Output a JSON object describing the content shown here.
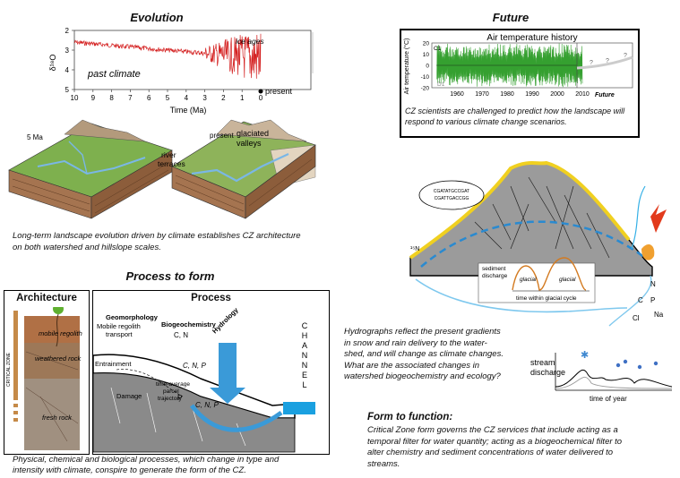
{
  "evolution": {
    "heading": "Evolution",
    "chart_data": {
      "type": "line",
      "ylabel": "δ¹⁸O",
      "xlabel": "Time (Ma)",
      "yticks": [
        "2",
        "3",
        "4",
        "5"
      ],
      "xticks": [
        "10",
        "9",
        "8",
        "7",
        "6",
        "5",
        "4",
        "3",
        "2",
        "1",
        "0"
      ],
      "ylim": [
        2,
        5
      ],
      "xlim": [
        10,
        0
      ],
      "annotation_ice": "ice ages",
      "annotation_past": "past climate",
      "annotation_present": "present",
      "series_color": "#d42020"
    },
    "block_left_label": "5 Ma",
    "block_right_label": "present",
    "label_glaciated": "glaciated",
    "label_valleys": "valleys",
    "label_river": "river",
    "label_terraces": "terraces",
    "caption_line1": "Long-term landscape evolution driven by climate establishes CZ architecture",
    "caption_line2": "on both watershed and hillslope scales."
  },
  "future": {
    "heading": "Future",
    "chart_data": {
      "type": "line",
      "title": "Air temperature history",
      "ylabel": "Air temperature (°C)",
      "yticks": [
        "20",
        "10",
        "0",
        "-10",
        "-20"
      ],
      "xticks": [
        "1960",
        "1970",
        "1980",
        "1990",
        "2000",
        "2010"
      ],
      "ylim": [
        -20,
        20
      ],
      "xlim": [
        1950,
        2030
      ],
      "label_future": "Future",
      "label_c1": "C1",
      "label_d1": "D1",
      "question_marks": [
        "?",
        "?",
        "?"
      ],
      "series_color": "#35a030"
    },
    "caption_line1": "CZ scientists are challenged to predict how the landscape will",
    "caption_line2": "respond to various climate change scenarios."
  },
  "hydro": {
    "dna_line1": "CGATATGCCGAT",
    "dna_line2": "CGATTGACCGG",
    "label_15n": "¹⁵N",
    "label_sediment": "sediment",
    "label_discharge": "discharge",
    "label_glacial1": "glacial",
    "label_glacial2": "glacial",
    "label_cycle": "time within glacial cycle",
    "label_n": "N",
    "label_c": "C",
    "label_p": "P",
    "label_cl": "Cl",
    "label_na": "Na",
    "label_stream": "stream",
    "label_stream_discharge": "discharge",
    "label_time_of_year": "time of year",
    "caption_line1": "Hydrographs reflect the present gradients",
    "caption_line2": "in snow and rain delivery to the water-",
    "caption_line3": "shed, and will change as climate changes.",
    "caption_line4": "What are the associated changes in",
    "caption_line5": "watershed biogeochemistry and ecology?"
  },
  "process_to_form": {
    "heading": "Process to form",
    "architecture_title": "Architecture",
    "process_title": "Process",
    "label_critical_zone": "CRITICAL ZONE",
    "label_mobile": "mobile regolith",
    "label_weathered": "weathered rock",
    "label_fresh": "fresh rock",
    "label_geomorphology": "Geomorphology",
    "label_mobile_regolith": "Mobile regolith",
    "label_transport": "transport",
    "label_entrainment": "Entrainment",
    "label_damage": "Damage",
    "label_time_avg1": "time-average",
    "label_time_avg2": "parcel",
    "label_time_avg3": "trajectory",
    "label_biogeochemistry": "Biogeochemistry",
    "label_cn": "C, N",
    "label_cnp1": "C, N, P",
    "label_cnp2": "C, N, P",
    "label_p": "P",
    "label_hydrology": "Hydrology",
    "label_channel": "CHANNEL",
    "caption_line1": "Physical, chemical and biological processes, which change in type and",
    "caption_line2": "intensity with climate, conspire to generate the form of the CZ."
  },
  "form_to_function": {
    "heading": "Form to function:",
    "caption_line1": "Critical Zone form governs the CZ services that include acting as a",
    "caption_line2": "temporal filter for water quantity; acting as a biogeochemical filter to",
    "caption_line3": "alter chemistry and sediment concentrations of water delivered  to",
    "caption_line4": "streams."
  }
}
